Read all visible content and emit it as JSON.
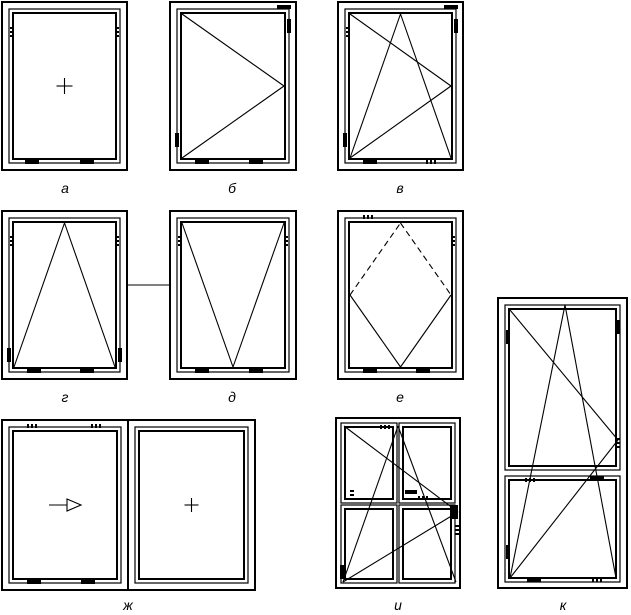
{
  "title": "Window opening schemes",
  "panels": [
    {
      "id": "a",
      "label": "а",
      "type": "fixed"
    },
    {
      "id": "b",
      "label": "б",
      "type": "side-hung"
    },
    {
      "id": "v",
      "label": "в",
      "type": "tilt-and-turn"
    },
    {
      "id": "g",
      "label": "г",
      "type": "bottom-hung"
    },
    {
      "id": "d",
      "label": "д",
      "type": "top-hung"
    },
    {
      "id": "e",
      "label": "е",
      "type": "pivot"
    },
    {
      "id": "zh",
      "label": "ж",
      "type": "sliding"
    },
    {
      "id": "i",
      "label": "и",
      "type": "four-sash tilt-and-turn"
    },
    {
      "id": "k",
      "label": "к",
      "type": "two-sash vertical tilt-and-turn"
    }
  ],
  "colors": {
    "stroke": "#000000",
    "background": "#ffffff"
  }
}
